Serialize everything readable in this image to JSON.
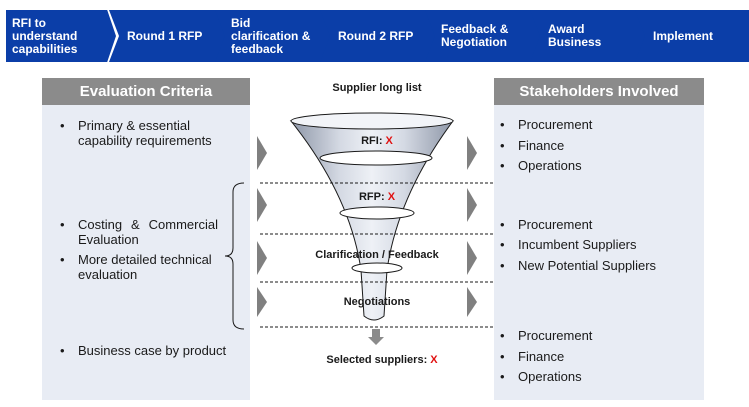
{
  "process": {
    "steps": [
      {
        "lines": [
          "RFI to",
          "understand",
          "capabilities"
        ]
      },
      {
        "lines": [
          "Round 1 RFP"
        ]
      },
      {
        "lines": [
          "Bid",
          "clarification &",
          "feedback"
        ]
      },
      {
        "lines": [
          "Round 2 RFP"
        ]
      },
      {
        "lines": [
          "Feedback &",
          "Negotiation"
        ]
      },
      {
        "lines": [
          "Award",
          "Business"
        ]
      },
      {
        "lines": [
          "Implement"
        ]
      }
    ]
  },
  "evaluation": {
    "title": "Evaluation Criteria",
    "bullet_symbol": "•",
    "items": [
      {
        "lines": [
          "Primary & essential",
          "capability requirements"
        ]
      },
      {
        "lines": [
          "Costing & Commercial",
          "Evaluation"
        ]
      },
      {
        "lines": [
          "More detailed technical",
          "evaluation"
        ]
      },
      {
        "lines": [
          "Business case by product"
        ]
      }
    ]
  },
  "funnel": {
    "top_label": "Supplier long list",
    "stages": [
      {
        "label": "RFI: ",
        "mark": "X"
      },
      {
        "label": "RFP: ",
        "mark": "X"
      },
      {
        "label": "Clarification / Feedback",
        "mark": ""
      },
      {
        "label": "Negotiations",
        "mark": ""
      }
    ],
    "result": {
      "label": "Selected suppliers: ",
      "mark": "X"
    },
    "colors": {
      "mark": "#e01010",
      "step": "#0b3ea8",
      "panel": "#e8ecf4",
      "header": "#8b8b8b",
      "chevron": "#808080"
    }
  },
  "stakeholders": {
    "title": "Stakeholders Involved",
    "bullet_symbol": "•",
    "groups": [
      [
        "Procurement",
        "Finance",
        "Operations"
      ],
      [
        "Procurement",
        "Incumbent Suppliers",
        "New Potential Suppliers"
      ],
      [
        "Procurement",
        "Finance",
        "Operations"
      ]
    ]
  }
}
